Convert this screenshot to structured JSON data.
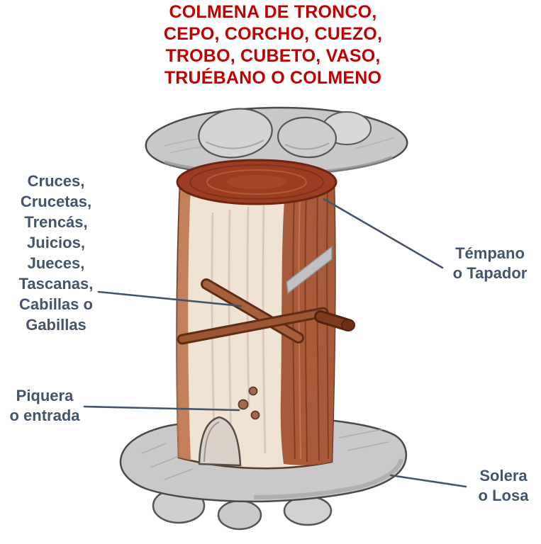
{
  "title": {
    "lines": [
      "COLMENA DE TRONCO,",
      "CEPO, CORCHO, CUEZO,",
      "TROBO, CUBETO, VASO,",
      "TRUÉBANO O COLMENO"
    ]
  },
  "labels": {
    "crossbars": {
      "lines": [
        "Cruces,",
        "Crucetas,",
        "Trencás,",
        "Juicios,",
        "Jueces,",
        "Tascanas,",
        "Cabillas o",
        "Gabillas"
      ]
    },
    "lid": {
      "lines": [
        "Témpano",
        "o Tapador"
      ]
    },
    "entrance": {
      "lines": [
        "Piquera",
        "o entrada"
      ]
    },
    "base": {
      "lines": [
        "Solera",
        "o Losa"
      ]
    }
  },
  "colors": {
    "title_text": "#C00000",
    "label_text": "#44546A",
    "leader_line": "#44546A",
    "log_bark": "#A95A38",
    "log_rim": "#9C3D22",
    "log_front": "#EFE3D4",
    "stone": "#C8C8C8"
  }
}
